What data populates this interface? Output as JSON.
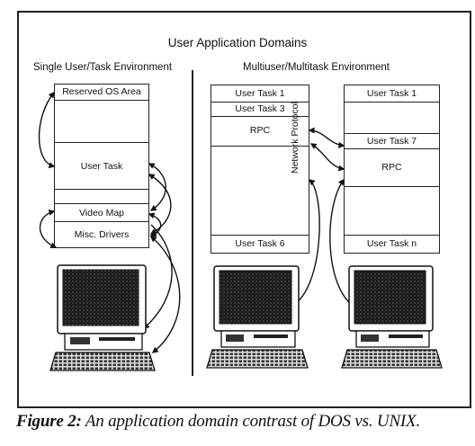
{
  "diagram": {
    "title": "User Application Domains",
    "left_heading": "Single User/Task Environment",
    "right_heading": "Multiuser/Multitask Environment",
    "network_label": "Network Protocol",
    "left_stack": [
      "Reserved OS Area",
      "User Task",
      "Video Map",
      "Misc. Drivers"
    ],
    "middle_stack": [
      "User Task 1",
      "User Task 3",
      "RPC",
      "User Task 6"
    ],
    "right_stack": [
      "User Task 1",
      "User Task 7",
      "RPC",
      "User Task n"
    ]
  },
  "caption": {
    "figure_label": "Figure 2:",
    "text": "An application domain contrast of DOS vs. UNIX."
  }
}
